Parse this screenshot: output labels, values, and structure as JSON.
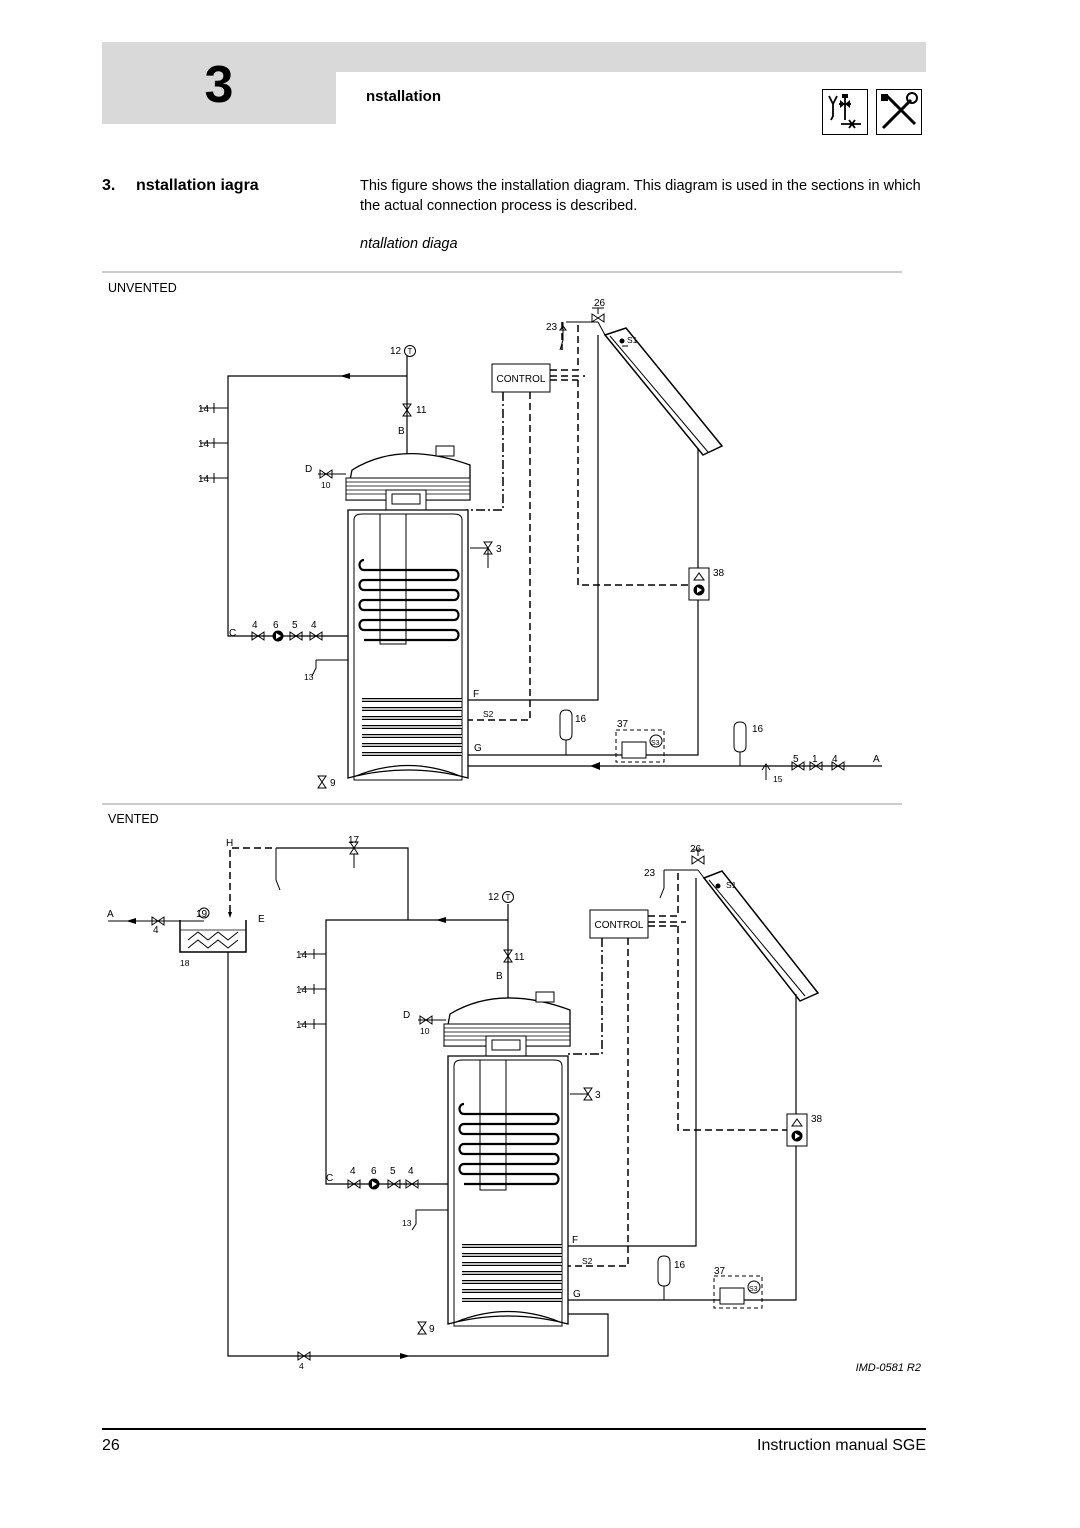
{
  "header": {
    "chapter_number": "3",
    "section_title": "nstallation",
    "icons": [
      "safety-valve-icon",
      "tools-icon"
    ]
  },
  "section": {
    "number": "3.",
    "title": "nstallation iagra",
    "intro": "This figure shows the installation diagram. This diagram is used in the sections in which the actual connection process is described.",
    "figure_caption": "ntallation diaga"
  },
  "diagram": {
    "unvented_label": "UNVENTED",
    "vented_label": "VENTED",
    "control_label": "CONTROL",
    "reference": "IMD-0581 R2",
    "letters": {
      "A": "A",
      "B": "B",
      "C": "C",
      "D": "D",
      "E": "E",
      "F": "F",
      "G": "G",
      "H": "H"
    },
    "numbers": {
      "n1": "1",
      "n3": "3",
      "n4": "4",
      "n5": "5",
      "n6": "6",
      "n9": "9",
      "n10": "10",
      "n11": "11",
      "n12": "12",
      "n13": "13",
      "n14": "14",
      "n15": "15",
      "n16": "16",
      "n17": "17",
      "n18": "18",
      "n19": "19",
      "n23": "23",
      "n26": "26",
      "n37": "37",
      "n38": "38"
    },
    "sensors": {
      "s1": "S1",
      "s2": "S2",
      "s3": "S3"
    }
  },
  "footer": {
    "page_number": "26",
    "manual_name": "Instruction manual SGE"
  }
}
